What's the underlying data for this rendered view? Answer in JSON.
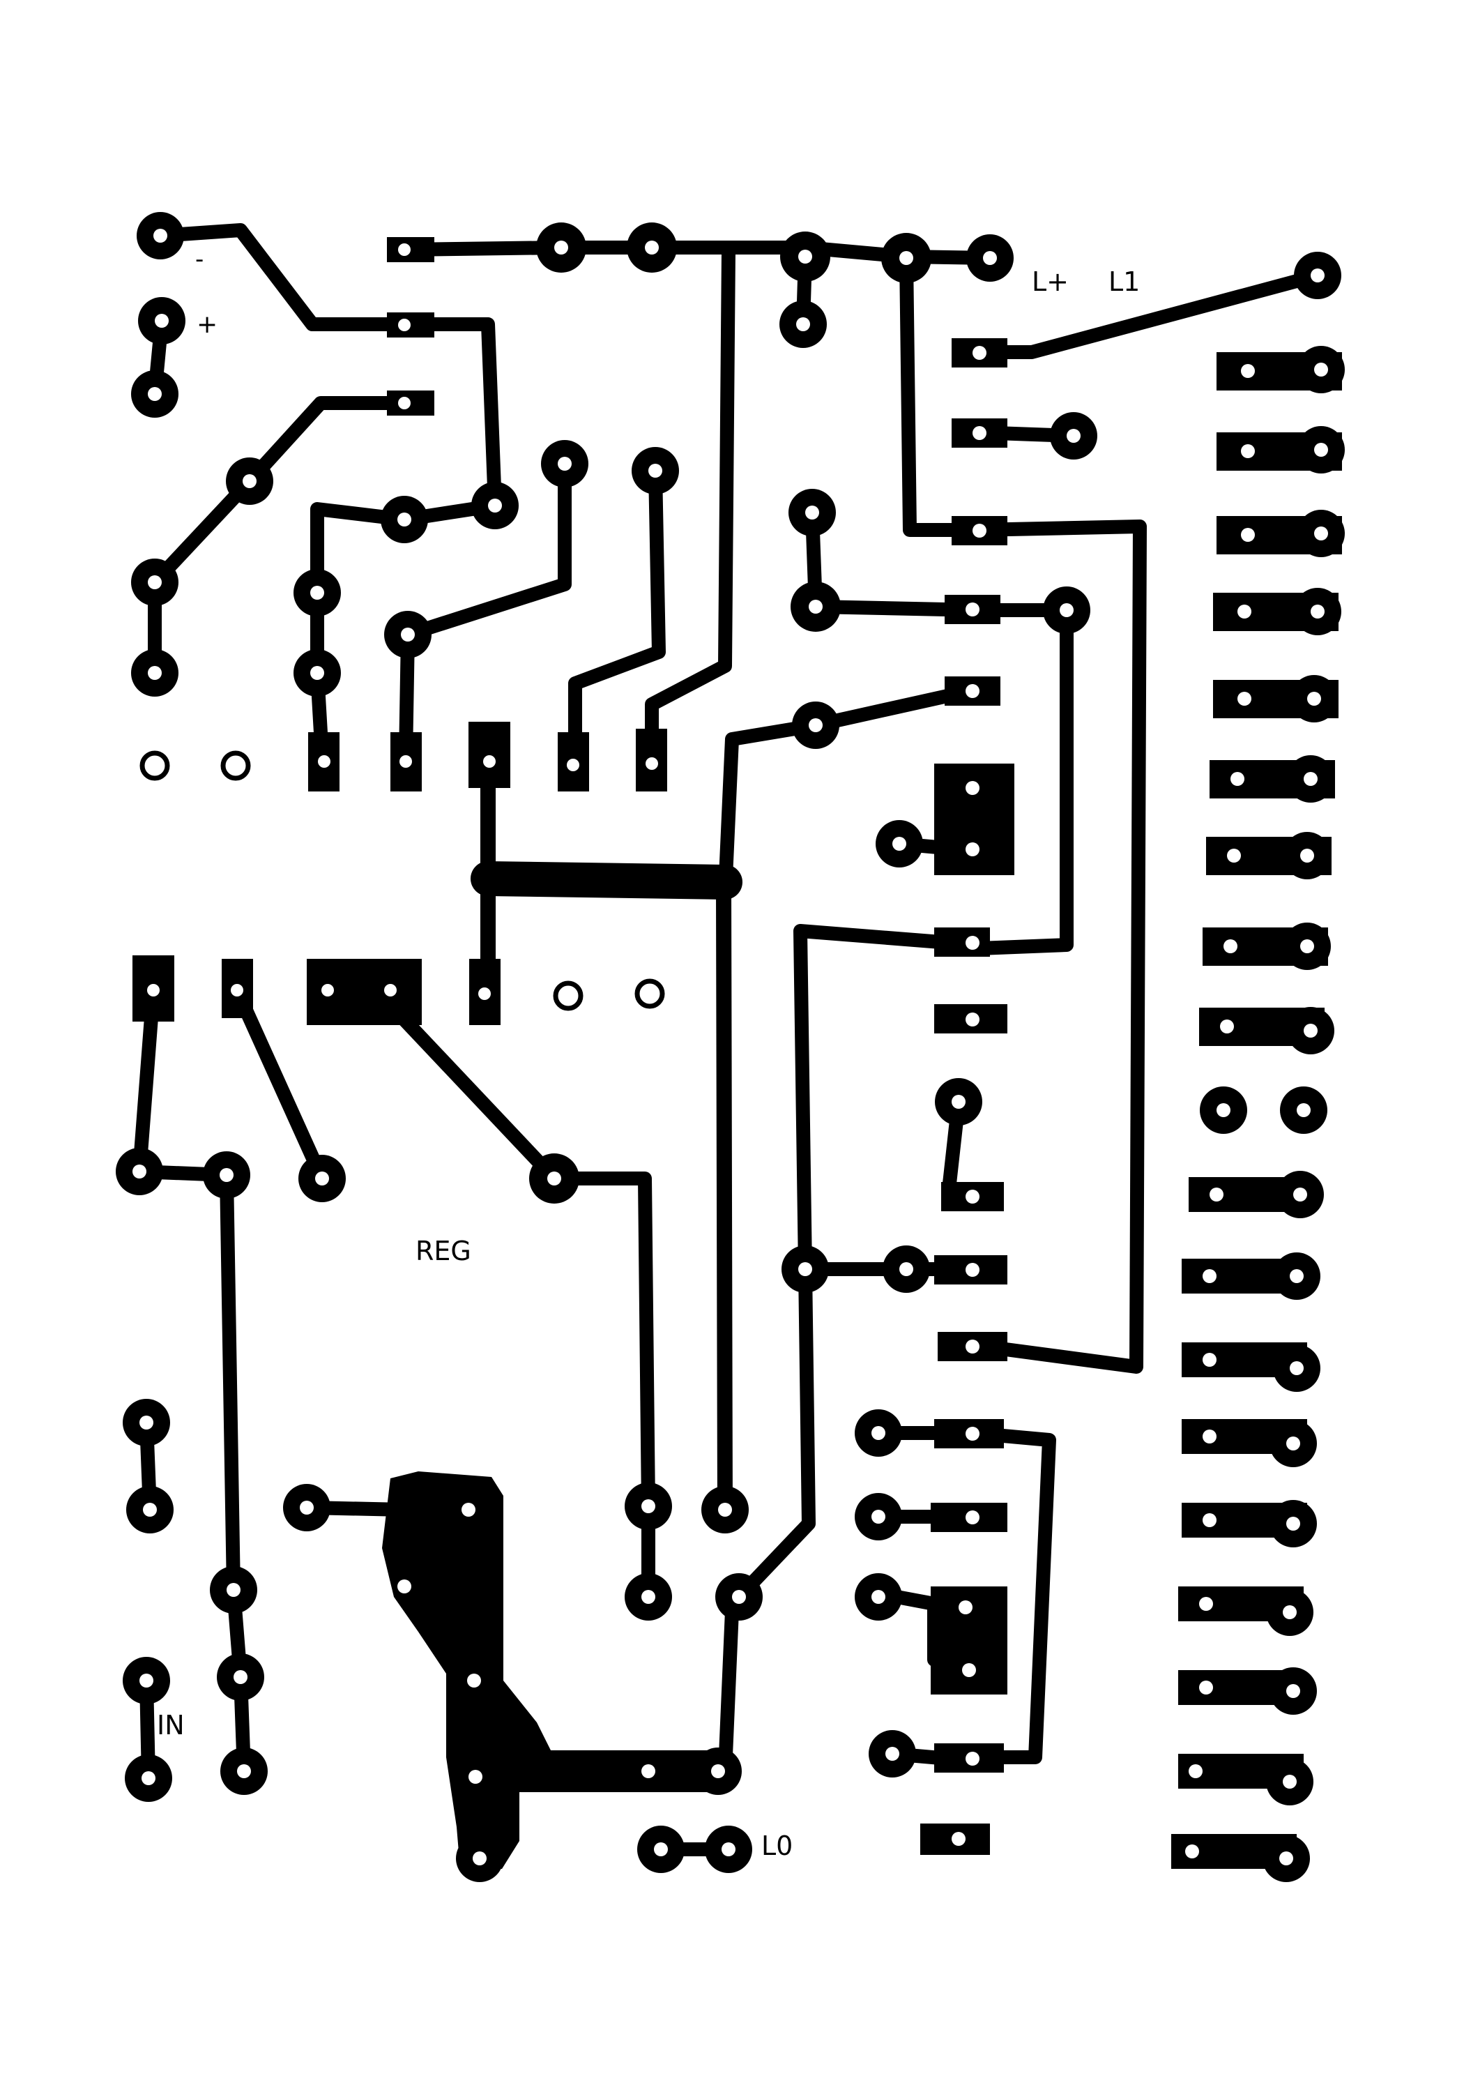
{
  "board": {
    "labels": {
      "minus": "-",
      "plus": "+",
      "l_plus": "L+",
      "l1": "L1",
      "reg": "REG",
      "in": "IN",
      "l0": "L0"
    }
  },
  "colors": {
    "copper": "#000000",
    "board": "#ffffff",
    "drill": "#ffffff"
  }
}
